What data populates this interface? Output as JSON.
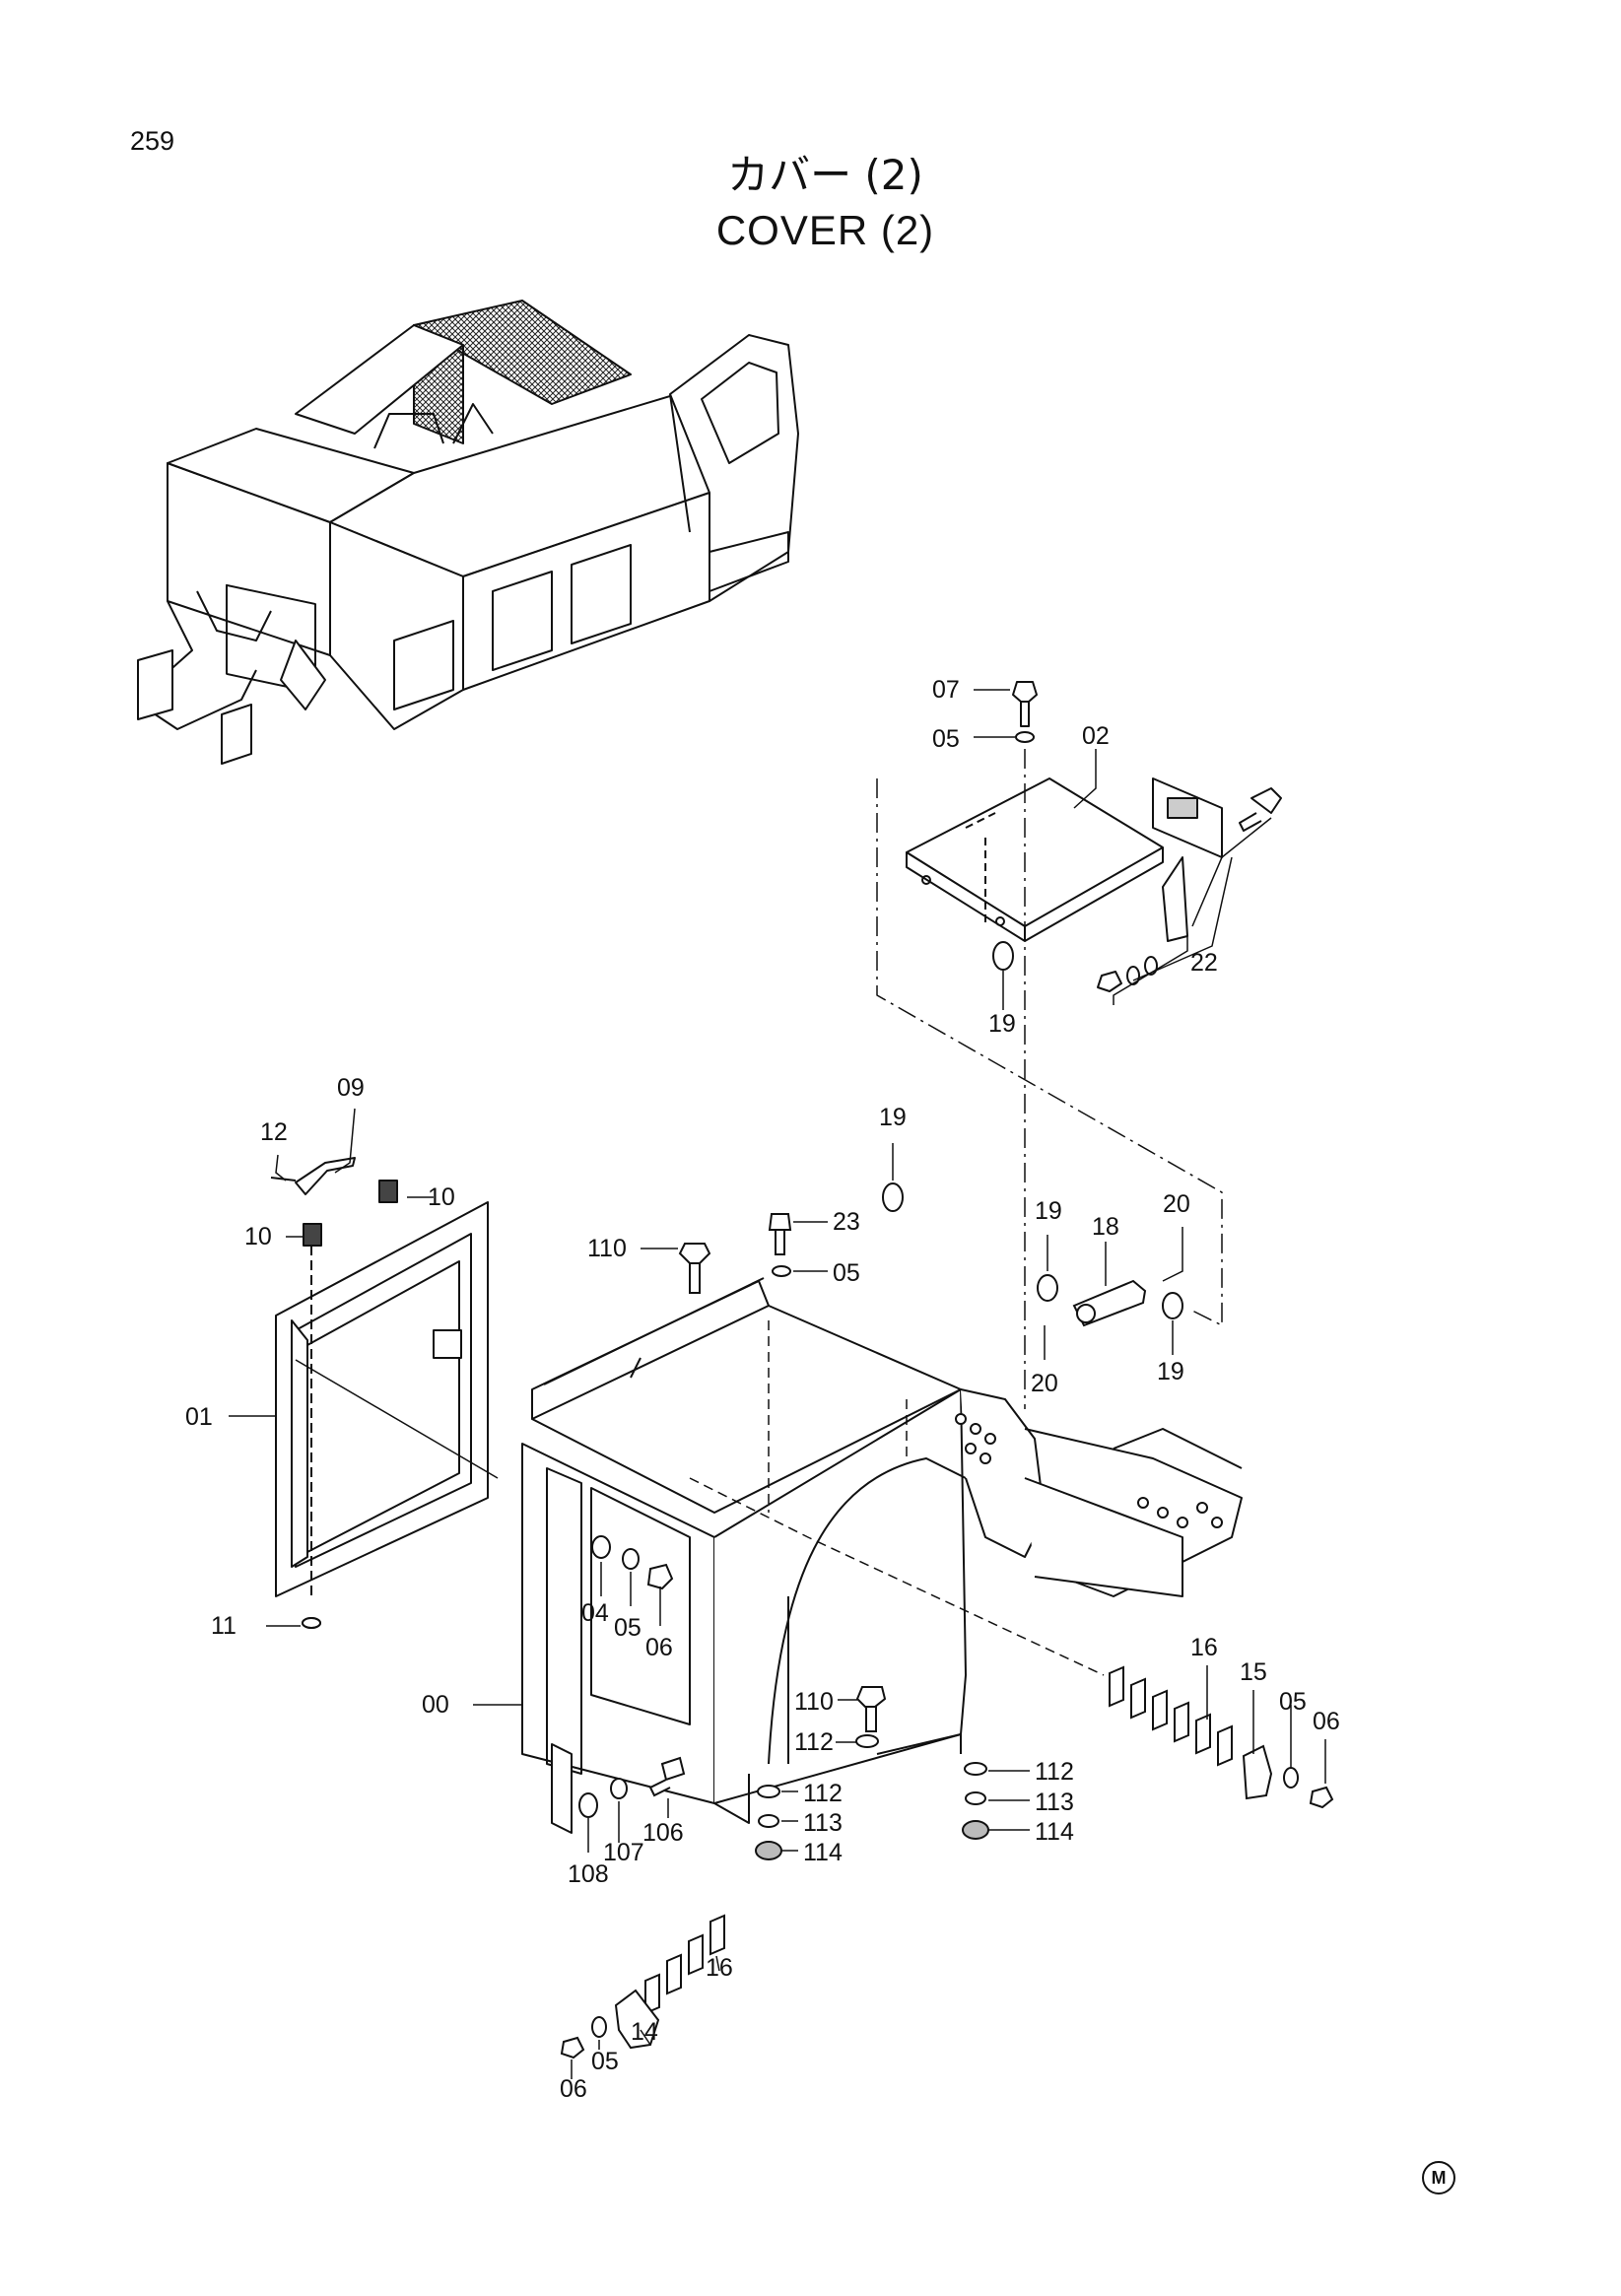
{
  "page": {
    "number": "259"
  },
  "title": {
    "japanese": "カバー (2)",
    "english": "COVER (2)"
  },
  "callouts": [
    "07",
    "05",
    "02",
    "22",
    "19",
    "09",
    "12",
    "10",
    "10",
    "01",
    "11",
    "110",
    "23",
    "05",
    "19",
    "19",
    "18",
    "20",
    "20",
    "19",
    "04",
    "05",
    "06",
    "00",
    "110",
    "112",
    "106",
    "107",
    "108",
    "112",
    "113",
    "114",
    "112",
    "113",
    "114",
    "16",
    "15",
    "05",
    "06",
    "16",
    "14",
    "05",
    "06"
  ],
  "corner_mark": "M"
}
